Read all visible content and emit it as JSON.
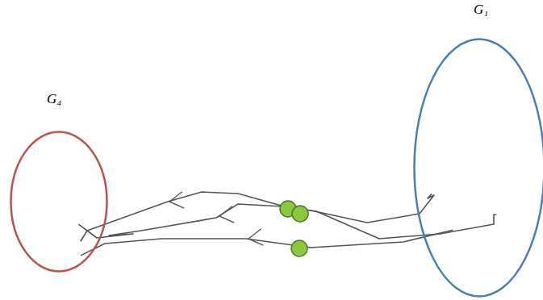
{
  "diagram": {
    "nodes": [
      {
        "text": [
          "G₄"
        ]
      },
      {
        "text": [
          "G₁"
        ]
      }
    ],
    "edges": [
      {
        "from": 1,
        "to": 0,
        "arrow": "to"
      },
      {
        "from": 1,
        "to": 0,
        "arrow": "to"
      },
      {
        "from": 1,
        "to": 0,
        "arrow": "to"
      }
    ]
  }
}
